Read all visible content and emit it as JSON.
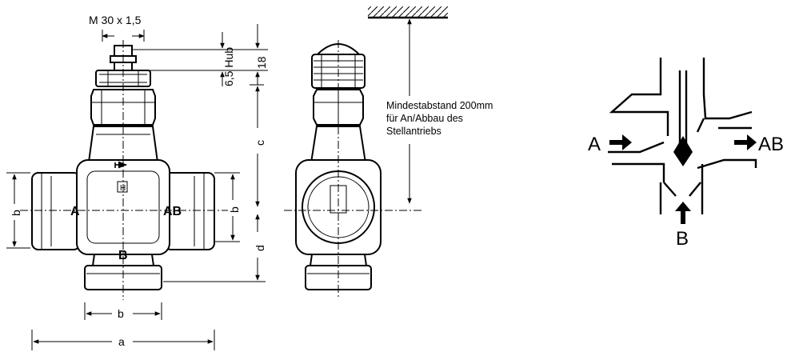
{
  "drawing": {
    "thread_label": "M 30 x 1,5",
    "stroke_label": "6,5 Hub",
    "dim_18": "18",
    "dim_a": "a",
    "dim_b_bottom": "b",
    "dim_b_left": "b",
    "dim_b_right": "b",
    "dim_c": "c",
    "dim_d": "d",
    "port_a": "A",
    "port_ab": "AB",
    "port_b": "B",
    "badge_h": "H",
    "note_line1": "Mindestabstand 200mm",
    "note_line2": "für An/Abbau des",
    "note_line3": "Stellantriebs"
  },
  "schematic": {
    "port_a": "A",
    "port_ab": "AB",
    "port_b": "B"
  }
}
